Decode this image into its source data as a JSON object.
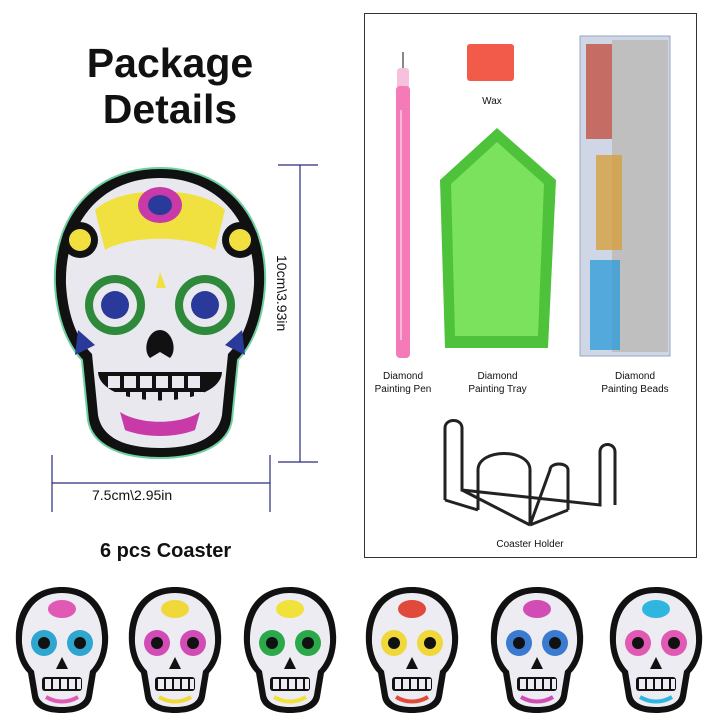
{
  "title": "Package\nDetails",
  "title_line1": "Package",
  "title_line2": "Details",
  "dimensions": {
    "height": "10cm\\3.93in",
    "width": "7.5cm\\2.95in"
  },
  "subtitle": "6 pcs Coaster",
  "items": {
    "wax": "Wax",
    "pen": "Diamond\nPainting Pen",
    "tray": "Diamond\nPainting Tray",
    "beads": "Diamond\nPainting Beads",
    "holder": "Coaster Holder"
  },
  "colors": {
    "pen": "#f47ab8",
    "tray": "#5fd84a",
    "wax": "#f25a4a",
    "dimension_line": "#2a2a7a",
    "skull_outline": "#111111"
  },
  "coasters": [
    {
      "accent": "#e05ab5",
      "eye": "#2fa6d0"
    },
    {
      "accent": "#f0d83a",
      "eye": "#d14db5"
    },
    {
      "accent": "#f0e23a",
      "eye": "#2aa84a"
    },
    {
      "accent": "#e04a3a",
      "eye": "#f0d83a"
    },
    {
      "accent": "#d14db5",
      "eye": "#3a7ad1"
    },
    {
      "accent": "#2fb6e0",
      "eye": "#e05ab5"
    }
  ]
}
